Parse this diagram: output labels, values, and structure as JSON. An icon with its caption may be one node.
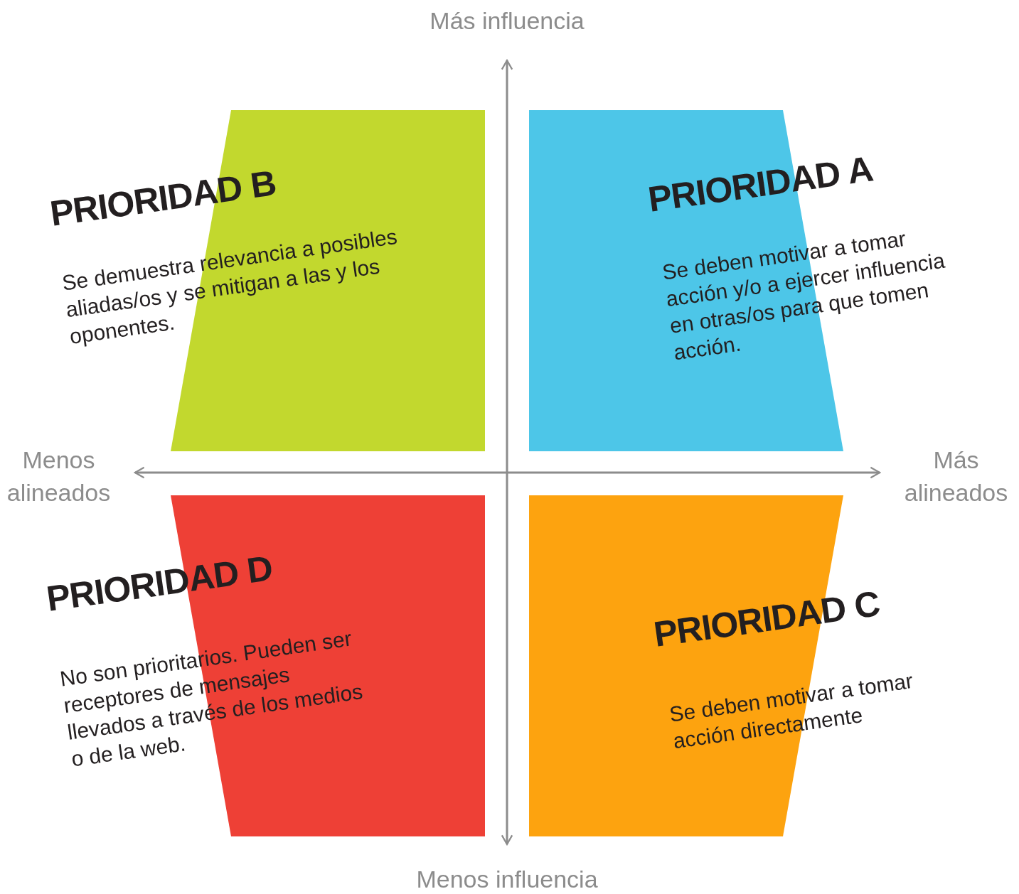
{
  "diagram": {
    "nodes": [
      {
        "text": [
          "PRIORIDAD B",
          "Se demuestra relevancia a posibles aliadas/os y se mitigan a las y los oponentes."
        ]
      },
      {
        "text": [
          "PRIORIDAD A",
          "Se deben motivar a tomar acción y/o a ejercer influencia en otras/os para que tomen acción."
        ]
      },
      {
        "text": [
          "PRIORIDAD D",
          "No son prioritarios. Pueden ser receptores de mensajes llevados a través de los medios o de la web."
        ]
      },
      {
        "text": [
          "PRIORIDAD C",
          "Se deben motivar a tomar acción directamente"
        ]
      }
    ],
    "labels": [
      "Más influencia",
      "Menos alineados",
      "Más alineados",
      "Menos influencia"
    ]
  }
}
